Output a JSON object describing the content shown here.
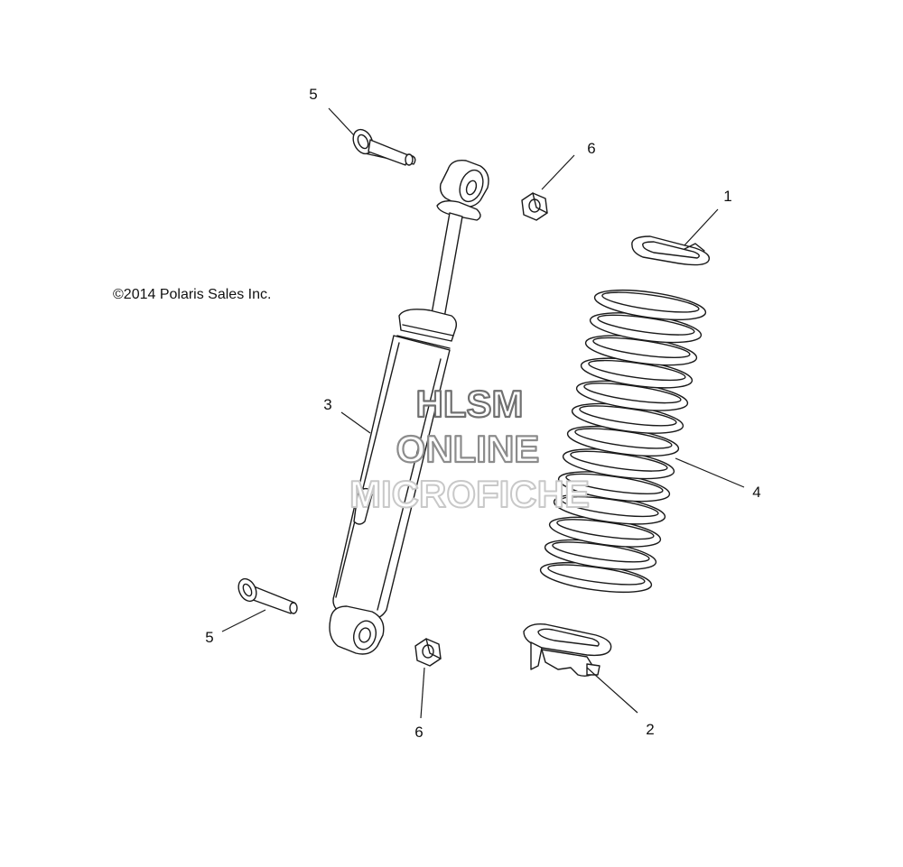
{
  "copyright": "©2014 Polaris Sales Inc.",
  "watermark": {
    "line1": "HLSM",
    "line2": "ONLINE",
    "line3": "MICROFICHE",
    "color_line1": "#707070",
    "color_line2": "#8c8c8c",
    "color_line3": "#c8c8c8"
  },
  "callouts": [
    {
      "id": "callout-5-top",
      "text": "5"
    },
    {
      "id": "callout-6-top",
      "text": "6"
    },
    {
      "id": "callout-1",
      "text": "1"
    },
    {
      "id": "callout-3",
      "text": "3"
    },
    {
      "id": "callout-4",
      "text": "4"
    },
    {
      "id": "callout-5-bottom",
      "text": "5"
    },
    {
      "id": "callout-6-bottom",
      "text": "6"
    },
    {
      "id": "callout-2",
      "text": "2"
    }
  ],
  "colors": {
    "line": "#1a1a1a",
    "background": "#ffffff"
  }
}
